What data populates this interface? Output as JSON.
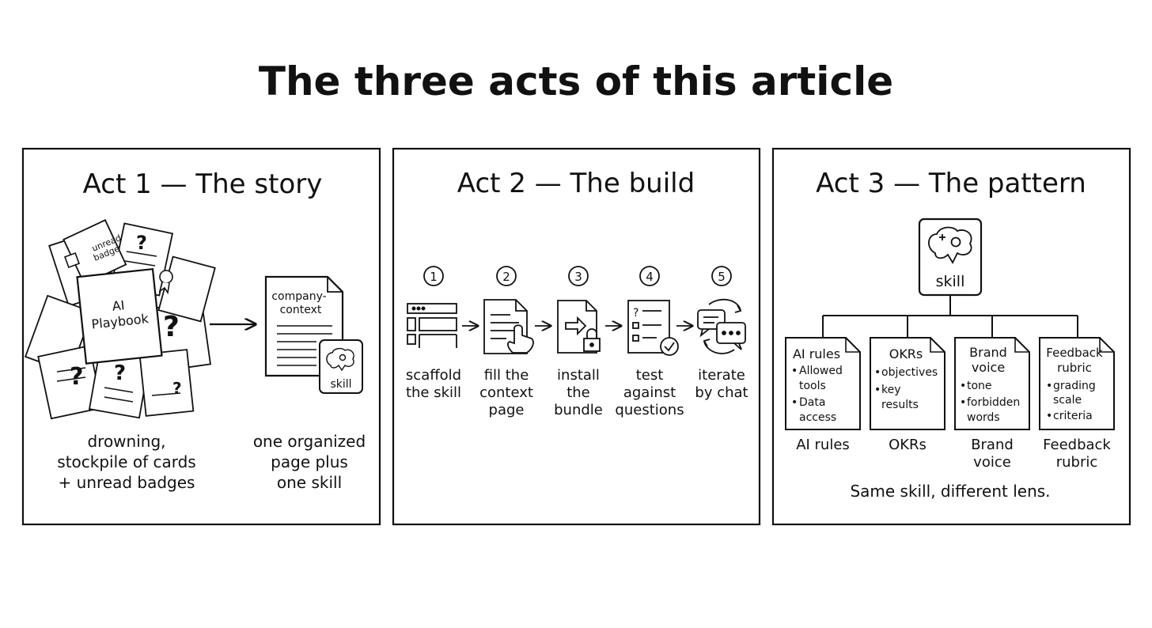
{
  "title": "The three acts of this article",
  "act1": {
    "heading": "Act 1 — The story",
    "stack": {
      "badge_label_1": "unread",
      "badge_label_2": "badge",
      "playbook_line_1": "AI",
      "playbook_line_2": "Playbook",
      "question_mark": "?"
    },
    "context_doc": {
      "line_1": "company-",
      "line_2": "context"
    },
    "skill_card_label": "skill",
    "caption_left": [
      "drowning,",
      "stockpile of cards",
      "+ unread badges"
    ],
    "caption_right": [
      "one organized",
      "page plus",
      "one skill"
    ]
  },
  "act2": {
    "heading": "Act 2 — The build",
    "steps": [
      {
        "number": "1",
        "icon": "scaffold-icon",
        "lines": [
          "scaffold",
          "the skill"
        ]
      },
      {
        "number": "2",
        "icon": "fill-page-icon",
        "lines": [
          "fill the",
          "context",
          "page"
        ]
      },
      {
        "number": "3",
        "icon": "install-bundle-icon",
        "lines": [
          "install",
          "the",
          "bundle"
        ]
      },
      {
        "number": "4",
        "icon": "test-checklist-icon",
        "lines": [
          "test",
          "against",
          "questions"
        ]
      },
      {
        "number": "5",
        "icon": "iterate-chat-icon",
        "lines": [
          "iterate",
          "by chat"
        ]
      }
    ]
  },
  "act3": {
    "heading": "Act 3 — The pattern",
    "skill_label": "skill",
    "lenses": [
      {
        "card_title": [
          "AI rules"
        ],
        "bullets": [
          [
            "Allowed",
            "tools"
          ],
          [
            "Data",
            "access"
          ]
        ],
        "label": [
          "AI rules"
        ]
      },
      {
        "card_title": [
          "OKRs"
        ],
        "bullets": [
          [
            "objectives"
          ],
          [
            "key",
            "results"
          ]
        ],
        "label": [
          "OKRs"
        ]
      },
      {
        "card_title": [
          "Brand",
          "voice"
        ],
        "bullets": [
          [
            "tone"
          ],
          [
            "forbidden",
            "words"
          ]
        ],
        "label": [
          "Brand",
          "voice"
        ]
      },
      {
        "card_title": [
          "Feedback",
          "rubric"
        ],
        "bullets": [
          [
            "grading",
            "scale"
          ],
          [
            "criteria"
          ]
        ],
        "label": [
          "Feedback",
          "rubric"
        ]
      }
    ],
    "footer": "Same skill, different lens."
  }
}
